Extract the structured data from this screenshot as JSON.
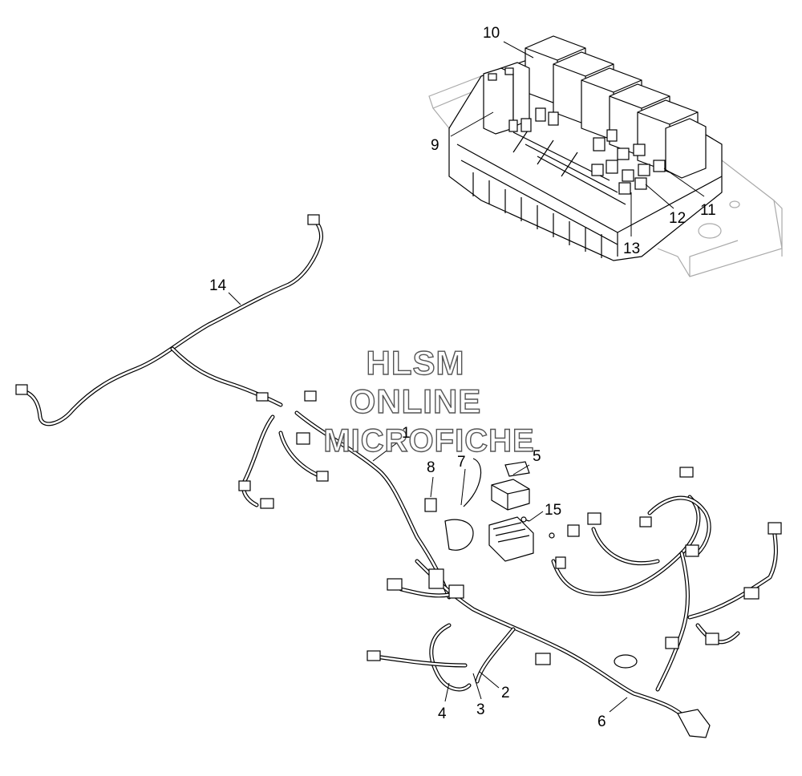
{
  "callouts": [
    {
      "label": "1"
    },
    {
      "label": "2"
    },
    {
      "label": "3"
    },
    {
      "label": "4"
    },
    {
      "label": "5"
    },
    {
      "label": "6"
    },
    {
      "label": "7"
    },
    {
      "label": "8"
    },
    {
      "label": "9"
    },
    {
      "label": "10"
    },
    {
      "label": "11"
    },
    {
      "label": "12"
    },
    {
      "label": "13"
    },
    {
      "label": "14"
    },
    {
      "label": "15"
    }
  ],
  "watermark": {
    "line1": "HLSM",
    "line2": "ONLINE",
    "line3": "MICROFICHE"
  }
}
